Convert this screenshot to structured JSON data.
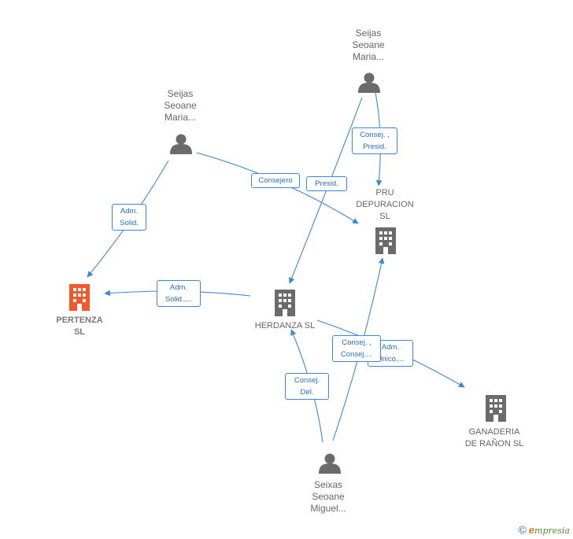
{
  "colors": {
    "edge": "#3f87d8",
    "person": "#6b6b6b",
    "company": "#6b6b6b",
    "focus_company": "#f2592a"
  },
  "nodes": {
    "person_top": {
      "label": "Seijas\nSeoane\nMaria...",
      "icon": "person-icon"
    },
    "person_left": {
      "label": "Seijas\nSeoane\nMaria...",
      "icon": "person-icon"
    },
    "person_bottom": {
      "label": "Seixas\nSeoane\nMiguel...",
      "icon": "person-icon"
    },
    "pru_depuracion": {
      "label": "PRU\nDEPURACION\nSL",
      "icon": "building-icon"
    },
    "pertenza": {
      "label": "PERTENZA\nSL",
      "icon": "building-icon"
    },
    "herdanza": {
      "label": "HERDANZA  SL",
      "icon": "building-icon"
    },
    "ganaderia": {
      "label": "GANADERIA\nDE RAÑON  SL",
      "icon": "building-icon"
    }
  },
  "edges": [
    {
      "label": "Consej. ,\nPresid.",
      "from": "person_top",
      "to": "pru_depuracion"
    },
    {
      "label": "Presid.",
      "from": "person_top",
      "to": "herdanza"
    },
    {
      "label": "Consejero",
      "from": "person_left",
      "to": "pru_depuracion"
    },
    {
      "label": "Adm.\nSolid.",
      "from": "person_left",
      "to": "pertenza"
    },
    {
      "label": "Adm.\nSolid.,...",
      "from": "herdanza",
      "to": "pertenza"
    },
    {
      "label": "Adm.\nUnico,...",
      "from": "herdanza",
      "to": "ganaderia"
    },
    {
      "label": "Consej. ,\nConsej....",
      "from": "person_bottom",
      "to": "pru_depuracion"
    },
    {
      "label": "Consej.\nDel.",
      "from": "person_bottom",
      "to": "herdanza"
    }
  ],
  "footer": {
    "copyright": "©",
    "brand_initial": "e",
    "brand_rest": "mpresia"
  }
}
